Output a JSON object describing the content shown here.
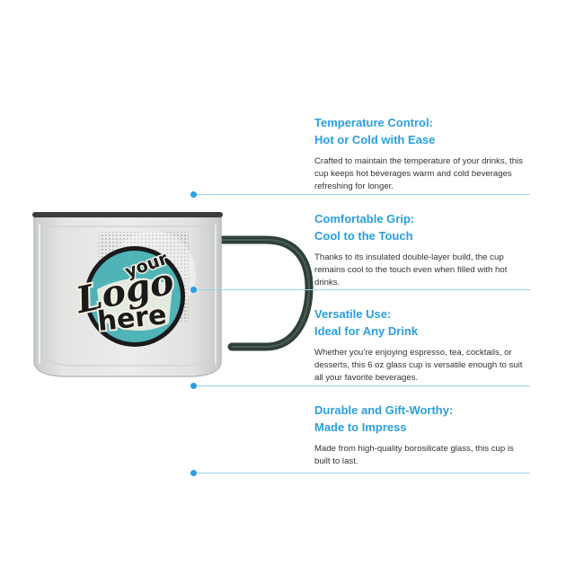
{
  "features": [
    {
      "title_line1": "Temperature Control:",
      "title_line2": "Hot or Cold with Ease",
      "body": "Crafted to maintain the temperature of your drinks, this cup keeps hot beverages warm and cold beverages refreshing for longer."
    },
    {
      "title_line1": "Comfortable Grip:",
      "title_line2": "Cool to the Touch",
      "body": "Thanks to its insulated double-layer build, the cup remains cool to the touch even when filled with hot drinks."
    },
    {
      "title_line1": "Versatile Use:",
      "title_line2": "Ideal for Any Drink",
      "body": "Whether you’re enjoying espresso, tea, cocktails, or desserts, this 6 oz glass cup is versatile enough to suit all your favorite beverages."
    },
    {
      "title_line1": "Durable and Gift-Worthy:",
      "title_line2": "Made to Impress",
      "body": "Made from high-quality borosilicate glass, this cup is built to last."
    }
  ],
  "logo": {
    "line1": "your",
    "line2": "Logo",
    "line3": "here"
  },
  "colors": {
    "accent": "#2a9fe0",
    "logo_teal": "#4fb3b8",
    "logo_dark": "#1a1a1a",
    "handle": "#2e4038"
  }
}
